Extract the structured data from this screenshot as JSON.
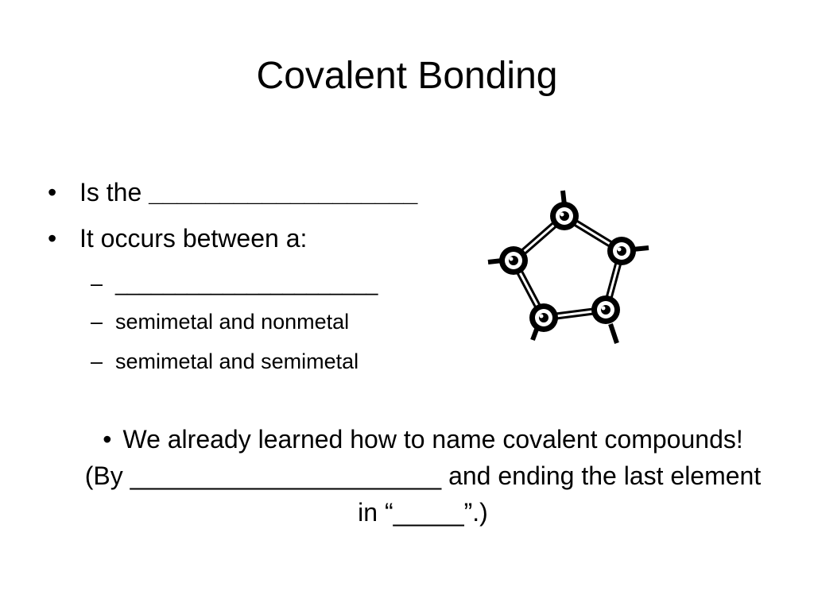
{
  "slide": {
    "title": "Covalent Bonding",
    "bullet_glyph": "•",
    "dash_glyph": "–",
    "bullets": [
      {
        "prefix": "Is the ",
        "blank": "___________________"
      },
      {
        "text": "It occurs between a:"
      }
    ],
    "sub_bullets": [
      " ______________________",
      "semimetal and nonmetal",
      "semimetal and semimetal"
    ],
    "lower_bullet": {
      "line1": "We already learned how to name covalent compounds!",
      "line2": "(By ______________________ and ending the last element in “_____”.)"
    },
    "figure": {
      "icon": "ring-molecule-icon",
      "atoms": 5
    }
  }
}
